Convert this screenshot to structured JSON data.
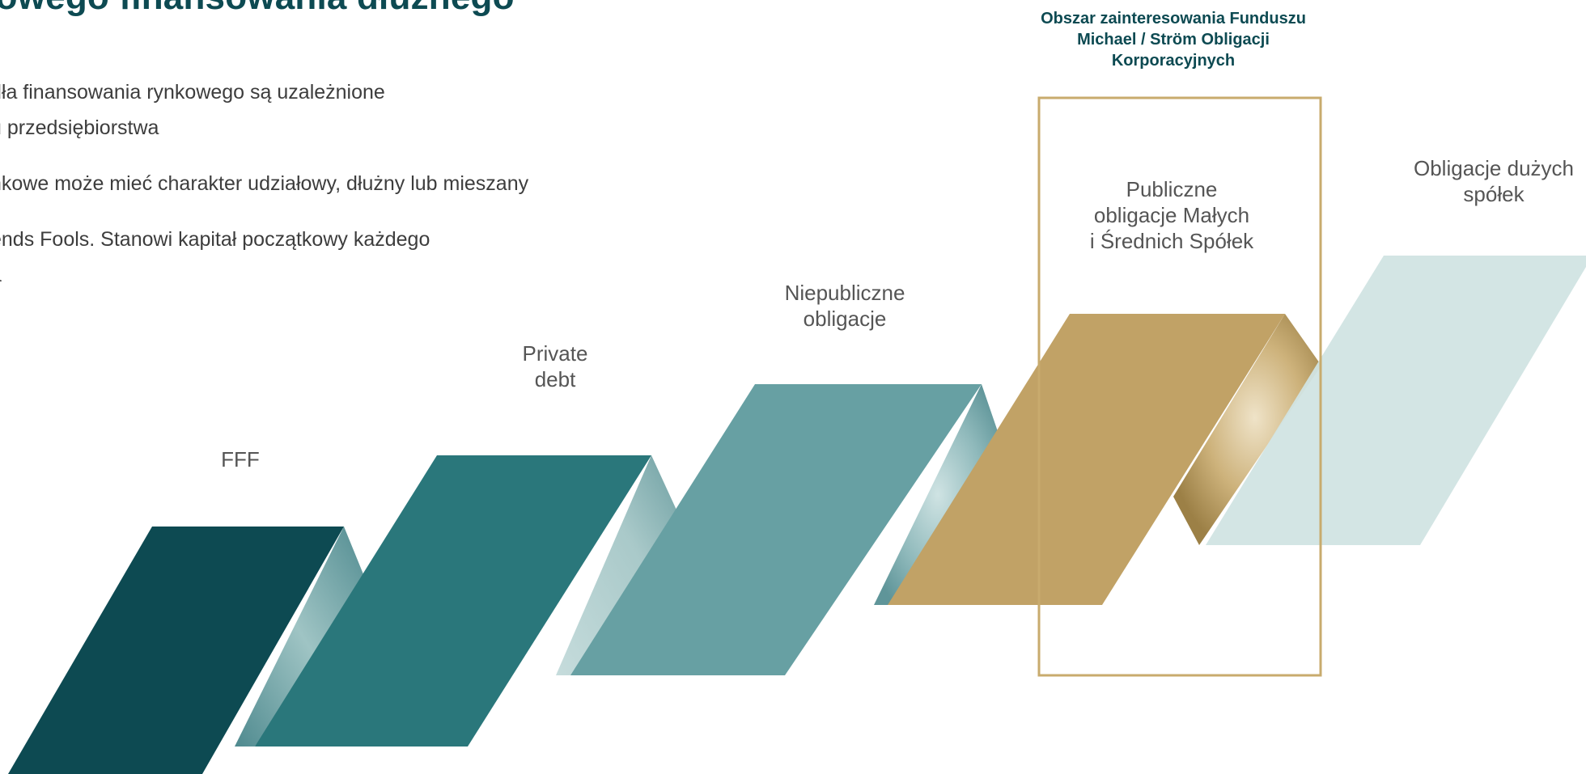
{
  "header": {
    "title": "kowego finansowania dłużnego"
  },
  "bullets": [
    {
      "line1": "dła finansowania rynkowego są uzależnione",
      "line2": "u przedsiębiorstwa"
    },
    {
      "line1": "nkowe może mieć charakter udziałowy, dłużny lub mieszany"
    },
    {
      "line1": "ends Fools. Stanowi kapitał początkowy każdego",
      "line2": "a"
    }
  ],
  "focus": {
    "line1": "Obszar zainteresowania Funduszu",
    "line2": "Michael / Ström Obligacji",
    "line3": "Korporacyjnych",
    "frame_color": "#c8ab6d"
  },
  "stages": [
    {
      "line1": "FFF",
      "color": "#0d4a52"
    },
    {
      "line1": "Private",
      "line2": "debt",
      "color": "#2a777b"
    },
    {
      "line1": "Niepubliczne",
      "line2": "obligacje",
      "color": "#67a0a3"
    },
    {
      "line1": "Publiczne",
      "line2": "obligacje Małych",
      "line3": "i Średnich Spółek",
      "color": "#c1a266"
    },
    {
      "line1": "Obligacje dużych",
      "line2": "spółek",
      "color": "#d1e4e3"
    }
  ]
}
